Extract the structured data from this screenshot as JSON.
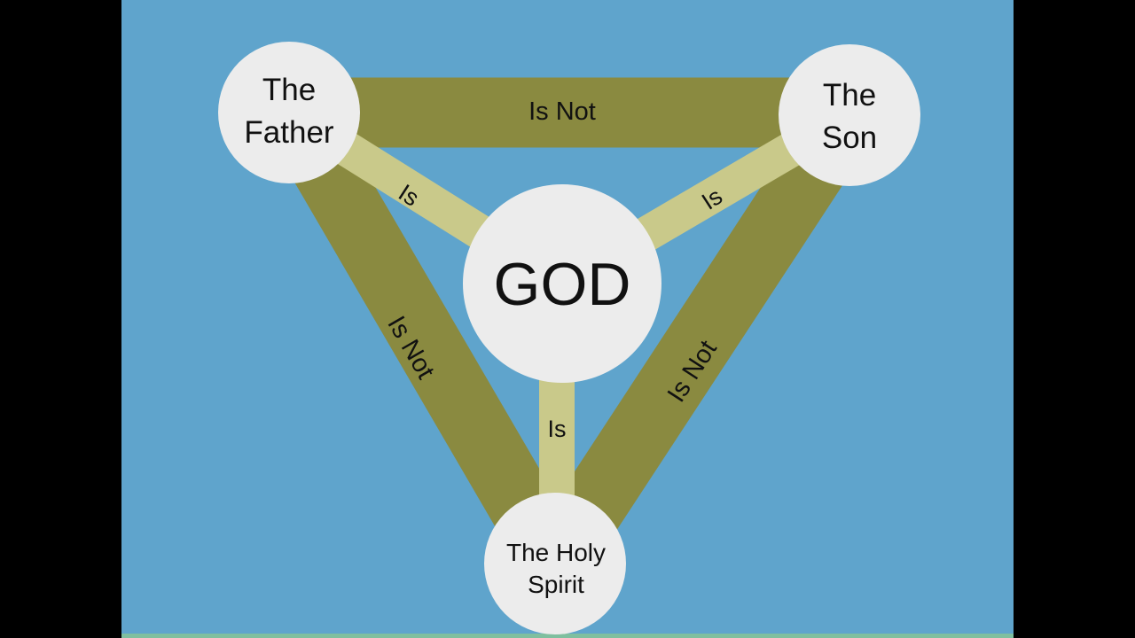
{
  "colors": {
    "background": "#5fa4cc",
    "is_not_bar": "#8a8a40",
    "is_bar": "#c9c98a",
    "circle": "#ececec"
  },
  "nodes": {
    "father": [
      "The",
      "Father"
    ],
    "son": [
      "The",
      "Son"
    ],
    "god": "GOD",
    "spirit": [
      "The Holy",
      "Spirit"
    ]
  },
  "links": {
    "father_son": "Is Not",
    "father_spirit": "Is Not",
    "son_spirit": "Is Not",
    "father_god": "Is",
    "son_god": "Is",
    "spirit_god": "Is"
  }
}
